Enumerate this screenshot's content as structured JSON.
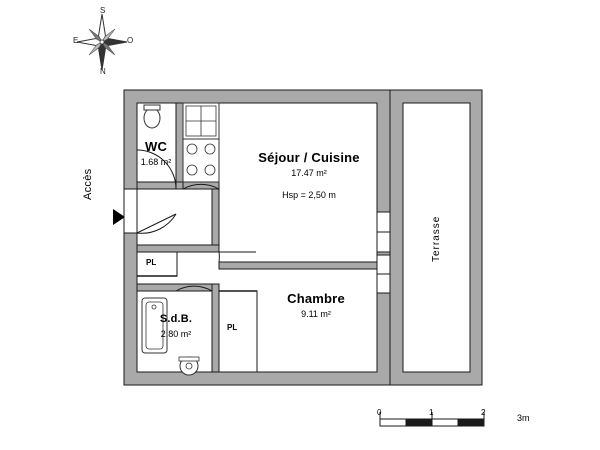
{
  "compass": {
    "name": "compass-rose",
    "top": "S",
    "bottom": "N",
    "left": "E",
    "right": "O"
  },
  "access": {
    "label": "Accès"
  },
  "rooms": [
    {
      "id": "wc",
      "name": "WC",
      "area": "1.68 m²"
    },
    {
      "id": "sejour",
      "name": "Séjour / Cuisine",
      "area": "17.47 m²",
      "extra": "Hsp = 2,50 m"
    },
    {
      "id": "chambre",
      "name": "Chambre",
      "area": "9.11 m²"
    },
    {
      "id": "sdb",
      "name": "S.d.B.",
      "area": "2.80 m²"
    }
  ],
  "closets": [
    {
      "id": "pl-top",
      "label": "PL"
    },
    {
      "id": "pl-bottom",
      "label": "PL"
    }
  ],
  "terrace": {
    "label": "Terrasse"
  },
  "scale": {
    "ticks": [
      "0",
      "1",
      "2"
    ],
    "end_label": "3m"
  },
  "colors": {
    "wall": "#a8a8a8",
    "outline": "#1a1a1a",
    "fixture": "#4d4d4d",
    "background": "#ffffff"
  }
}
